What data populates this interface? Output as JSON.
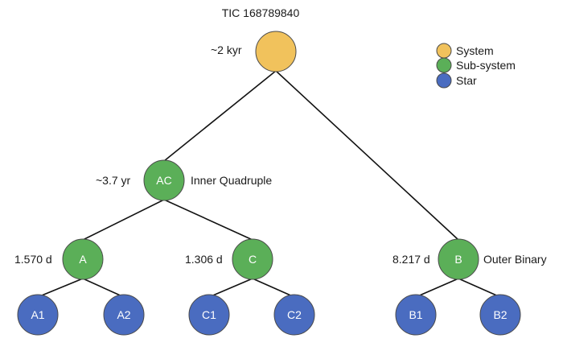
{
  "title": "TIC 168789840",
  "colors": {
    "system": "#F1C25C",
    "subsystem": "#5BAF58",
    "star": "#4A6CC0",
    "edge": "#111111",
    "stroke": "#4a4a4a"
  },
  "legend": [
    {
      "label": "System",
      "kind": "system"
    },
    {
      "label": "Sub-system",
      "kind": "subsystem"
    },
    {
      "label": "Star",
      "kind": "star"
    }
  ],
  "nodes": {
    "root": {
      "label": "",
      "period": "~2 kyr"
    },
    "AC": {
      "label": "AC",
      "period": "~3.7 yr",
      "name": "Inner Quadruple"
    },
    "A": {
      "label": "A",
      "period": "1.570 d"
    },
    "C": {
      "label": "C",
      "period": "1.306 d"
    },
    "B": {
      "label": "B",
      "period": "8.217 d",
      "name": "Outer Binary"
    },
    "A1": {
      "label": "A1"
    },
    "A2": {
      "label": "A2"
    },
    "C1": {
      "label": "C1"
    },
    "C2": {
      "label": "C2"
    },
    "B1": {
      "label": "B1"
    },
    "B2": {
      "label": "B2"
    }
  }
}
